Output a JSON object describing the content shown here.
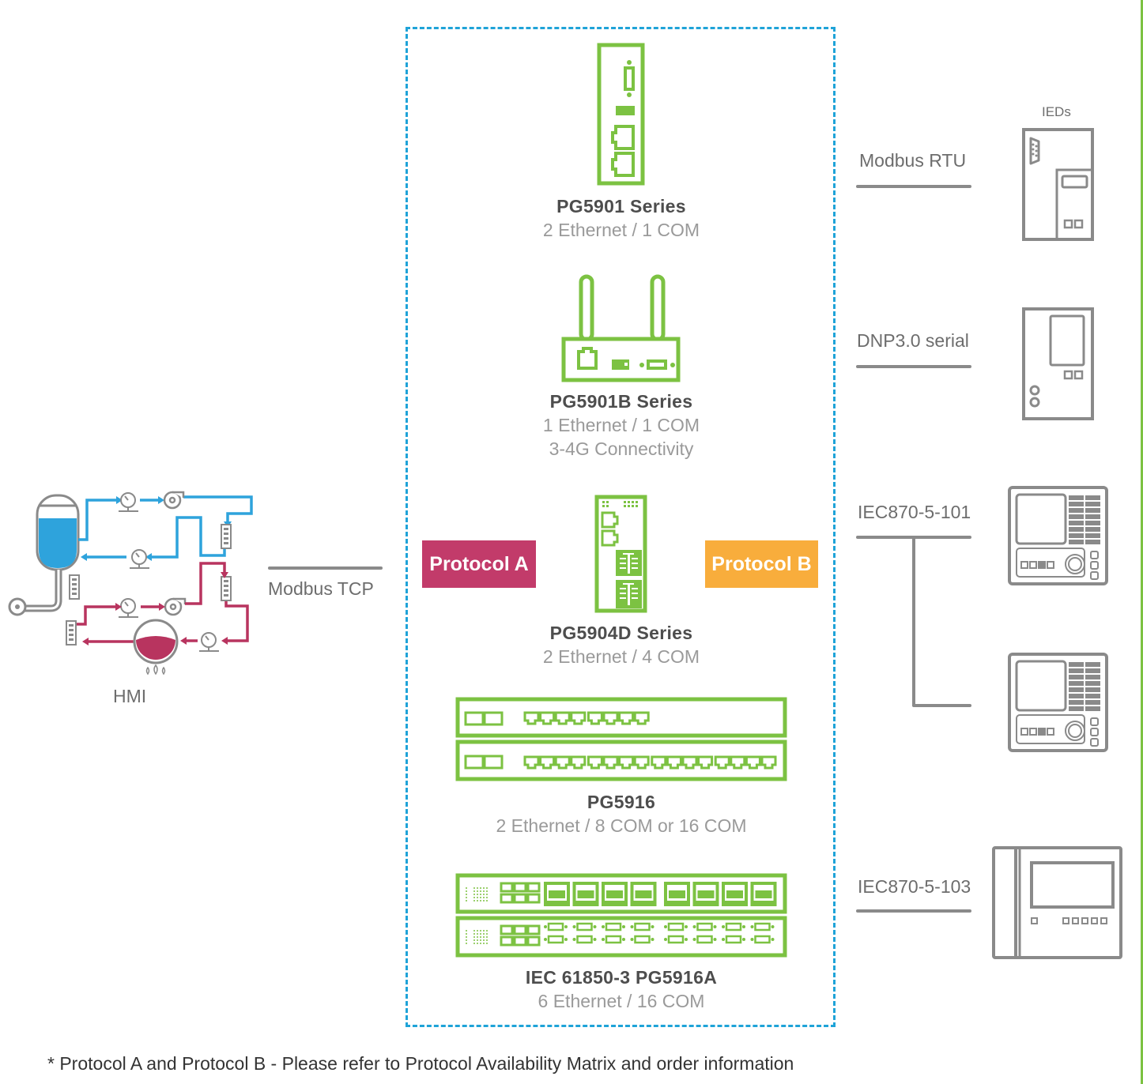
{
  "hmi": {
    "label": "HMI",
    "link_label": "Modbus TCP"
  },
  "protocols": {
    "a": {
      "label": "Protocol A",
      "color": "#c23b6a"
    },
    "b": {
      "label": "Protocol B",
      "color": "#f8ad3c"
    }
  },
  "products": [
    {
      "name": "PG5901 Series",
      "ports": "2 Ethernet / 1 COM"
    },
    {
      "name": "PG5901B Series",
      "ports": "1 Ethernet / 1 COM",
      "extra": "3-4G Connectivity"
    },
    {
      "name": "PG5904D Series",
      "ports": "2 Ethernet / 4 COM"
    },
    {
      "name": "PG5916",
      "ports": "2 Ethernet / 8 COM or 16 COM"
    },
    {
      "name": "IEC 61850-3 PG5916A",
      "ports": "6 Ethernet / 16 COM"
    }
  ],
  "ieds": {
    "title": "IEDs",
    "links": [
      {
        "label": "Modbus RTU"
      },
      {
        "label": "DNP3.0 serial"
      },
      {
        "label": "IEC870-5-101"
      },
      {
        "label": "IEC870-5-103"
      }
    ]
  },
  "colors": {
    "device_green": "#7cc242",
    "frame_blue": "#1fa3d8",
    "water_blue": "#2ea3dc",
    "heat_red": "#b8345f",
    "ied_gray": "#8a8a8a"
  },
  "footnote": "* Protocol A and Protocol B - Please refer to Protocol Availability Matrix and order information"
}
